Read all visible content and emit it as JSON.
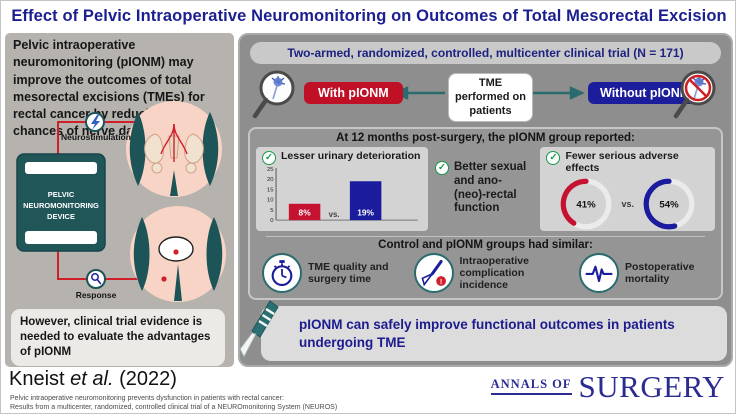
{
  "title": "Effect of Pelvic Intraoperative Neuromonitoring on Outcomes of Total Mesorectal Excision",
  "icons": {
    "check_glyph": "✓",
    "list": [
      "lightning-icon",
      "magnifier-icon",
      "magnifier-neuron-icon",
      "magnifier-neuron-crossed-icon",
      "check-icon",
      "stopwatch-icon",
      "scalpel-warning-icon",
      "heartbeat-icon",
      "scalpel-icon"
    ]
  },
  "colors": {
    "title_blue": "#1c1f8f",
    "pionm_red": "#c01025",
    "control_navy": "#1c1d9c",
    "teal": "#2a6b6e",
    "device_teal": "#215659",
    "left_panel_gray": "#b6b2ae",
    "right_panel_gray": "#8e8e8e",
    "card_gray": "#d3d3d3",
    "skin_pink": "#f8d4c6",
    "check_green": "#179a49",
    "wire_red": "#cf1f2a"
  },
  "left_panel": {
    "intro": "Pelvic intraoperative neuromonitoring (pIONM) may improve the outcomes of total mesorectal excisions (TMEs) for rectal cancer by reducing the chances of nerve damage",
    "neurostimulation_label": "Neurostimulation",
    "device_lines": [
      "PELVIC",
      "NEUROMONITORING",
      "DEVICE"
    ],
    "response_label": "Response",
    "however": "However, clinical trial evidence is needed to evaluate the advantages of pIONM"
  },
  "trial": {
    "banner": "Two-armed, randomized, controlled, multicenter clinical trial (N = 171)",
    "with_label": "With pIONM",
    "center_box": "TME performed on patients",
    "without_label": "Without pIONM"
  },
  "outcomes": {
    "header": "At 12 months post-surgery, the pIONM group reported:",
    "sexual_label": "Better sexual and ano-(neo)-rectal function"
  },
  "similar": {
    "header": "Control and pIONM groups had similar:",
    "items": [
      {
        "icon": "stopwatch-icon",
        "label": "TME quality and surgery time"
      },
      {
        "icon": "scalpel-warning-icon",
        "label": "Intraoperative complication incidence"
      },
      {
        "icon": "heartbeat-icon",
        "label": "Postoperative mortality"
      }
    ]
  },
  "conclusion": "pIONM can safely improve functional outcomes in patients undergoing TME",
  "footer": {
    "citation_author": "Kneist",
    "citation_etal": "et al.",
    "citation_year": "(2022)",
    "ref_line1": "Pelvic intraoperative neuromonitoring prevents dysfunction in patients with rectal cancer:",
    "ref_line2": "Results from a multicenter, randomized, controlled clinical trial of a NEUROmonitoring System (NEUROS)",
    "journal_small": "ANNALS OF",
    "journal_large": "SURGERY"
  },
  "chart_data": [
    {
      "type": "bar",
      "title": "Lesser urinary deterioration",
      "categories": [
        "With pIONM",
        "Without pIONM"
      ],
      "values": [
        8,
        19
      ],
      "value_labels": [
        "8%",
        "19%"
      ],
      "separator_label": "vs.",
      "xlabel": "",
      "ylabel": "",
      "yticks": [
        0,
        5,
        10,
        15,
        20,
        25
      ],
      "ylim": [
        0,
        25
      ],
      "grid": false,
      "colors": [
        "#c41230",
        "#1b1b9e"
      ]
    },
    {
      "type": "donut",
      "title": "Fewer serious adverse effects",
      "separator_label": "vs.",
      "series": [
        {
          "name": "With pIONM",
          "value": 41,
          "label": "41%",
          "color": "#c41230"
        },
        {
          "name": "Without pIONM",
          "value": 54,
          "label": "54%",
          "color": "#1b1b9e"
        }
      ]
    }
  ]
}
